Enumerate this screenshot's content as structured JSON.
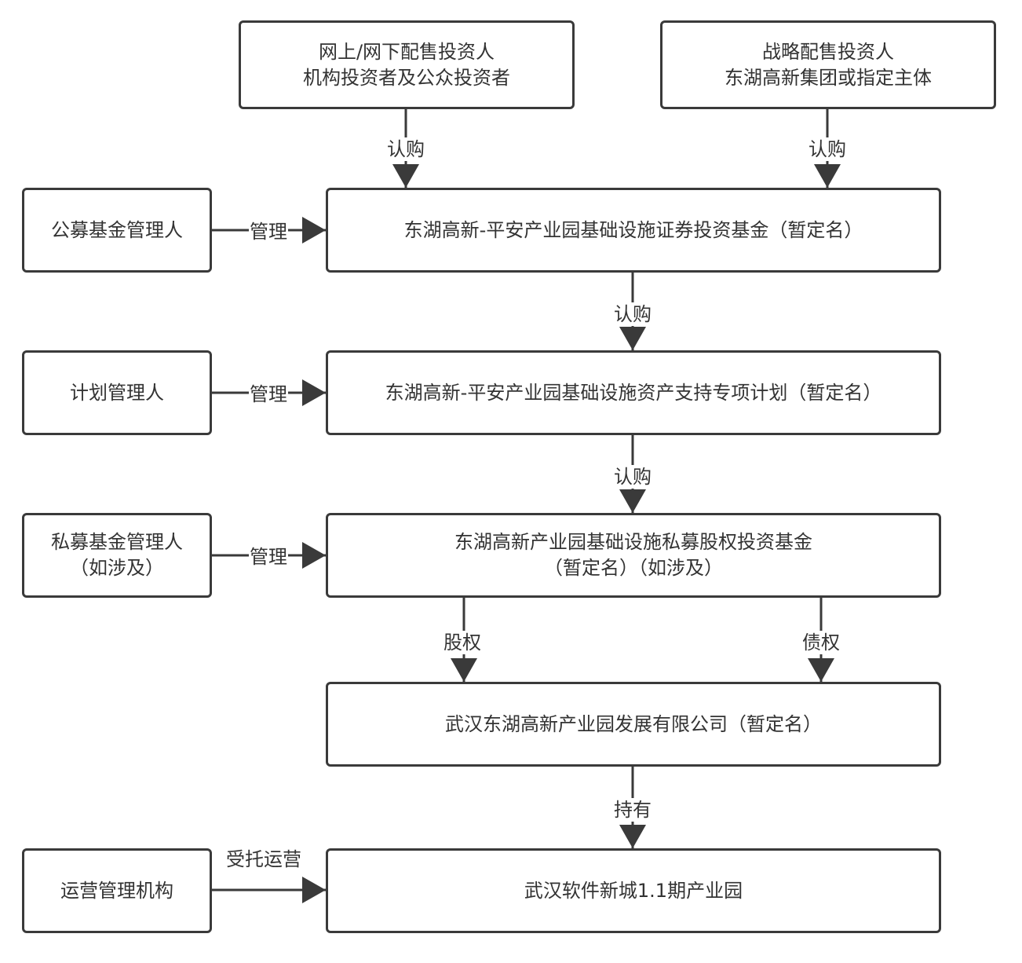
{
  "nodes": {
    "online_investors": {
      "line1": "网上/网下配售投资人",
      "line2": "机构投资者及公众投资者"
    },
    "strategic_investors": {
      "line1": "战略配售投资人",
      "line2": "东湖高新集团或指定主体"
    },
    "public_fund_manager": {
      "line1": "公募基金管理人"
    },
    "public_fund": {
      "line1": "东湖高新-平安产业园基础设施证券投资基金（暂定名）"
    },
    "plan_manager": {
      "line1": "计划管理人"
    },
    "abs_plan": {
      "line1": "东湖高新-平安产业园基础设施资产支持专项计划（暂定名）"
    },
    "private_fund_manager": {
      "line1": "私募基金管理人",
      "line2": "（如涉及）"
    },
    "private_fund": {
      "line1": "东湖高新产业园基础设施私募股权投资基金",
      "line2": "（暂定名）（如涉及）"
    },
    "project_company": {
      "line1": "武汉东湖高新产业园发展有限公司（暂定名）"
    },
    "operator": {
      "line1": "运营管理机构"
    },
    "industrial_park": {
      "line1": "武汉软件新城1.1期产业园"
    }
  },
  "edges": {
    "subscribe_online": "认购",
    "subscribe_strategic": "认购",
    "manage_public": "管理",
    "subscribe_fund_to_plan": "认购",
    "manage_plan": "管理",
    "subscribe_plan_to_private": "认购",
    "manage_private": "管理",
    "equity": "股权",
    "debt": "债权",
    "hold": "持有",
    "entrusted_operation": "受托运营"
  },
  "colors": {
    "line": "#3a3a3a",
    "text": "#333333",
    "background": "#ffffff"
  }
}
